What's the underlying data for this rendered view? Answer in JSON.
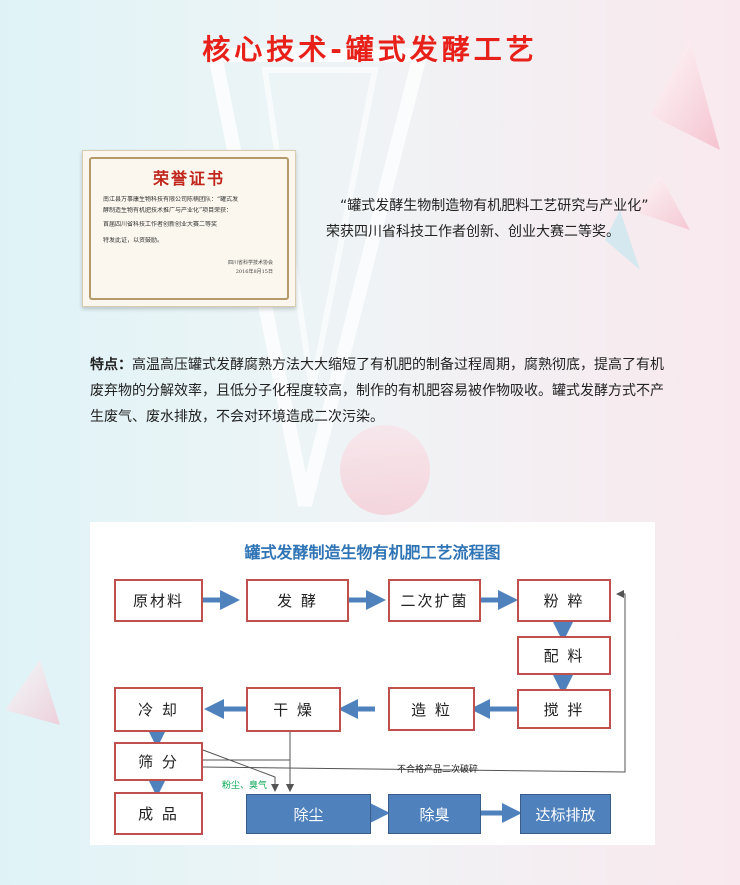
{
  "page_title": "核心技术-罐式发酵工艺",
  "certificate": {
    "title": "荣誉证书",
    "lines": [
      "南江县万事康生物科技有限公司陈楠团队：“罐式发",
      "酵制造生物有机肥技术推广与产业化”项目荣获：",
      "首届四川省科技工作者创新创业大赛二等奖",
      "特发此证，以资鼓励。"
    ],
    "issuer": "四川省科学技术协会",
    "date": "2016年8月15日"
  },
  "award": {
    "line1": "“罐式发酵生物制造物有机肥料工艺研究与产业化”",
    "line2": "荣获四川省科技工作者创新、创业大赛二等奖。"
  },
  "feature": {
    "label": "特点：",
    "text": "高温高压罐式发酵腐熟方法大大缩短了有机肥的制备过程周期，腐熟彻底，提高了有机废弃物的分解效率，且低分子化程度较高，制作的有机肥容易被作物吸收。罐式发酵方式不产生废气、废水排放，不会对环境造成二次污染。"
  },
  "flowchart": {
    "title": "罐式发酵制造生物有机肥工艺流程图",
    "steps": {
      "raw": "原材料",
      "ferment": "发 酵",
      "expand": "二次扩菌",
      "crush": "粉 粹",
      "mix_ratio": "配 料",
      "stir": "搅 拌",
      "granulate": "造 粒",
      "dry": "干 燥",
      "cool": "冷 却",
      "screen": "筛 分",
      "product": "成 品",
      "dust": "除尘",
      "deodor": "除臭",
      "discharge": "达标排放"
    },
    "notes": {
      "reject": "不合格产品二次破碎",
      "dust_odor": "粉尘、臭气"
    },
    "colors": {
      "box_border": "#c0504d",
      "blue_box": "#4f81bd",
      "arrow": "#4f81bd",
      "title": "#2f74b5"
    }
  }
}
